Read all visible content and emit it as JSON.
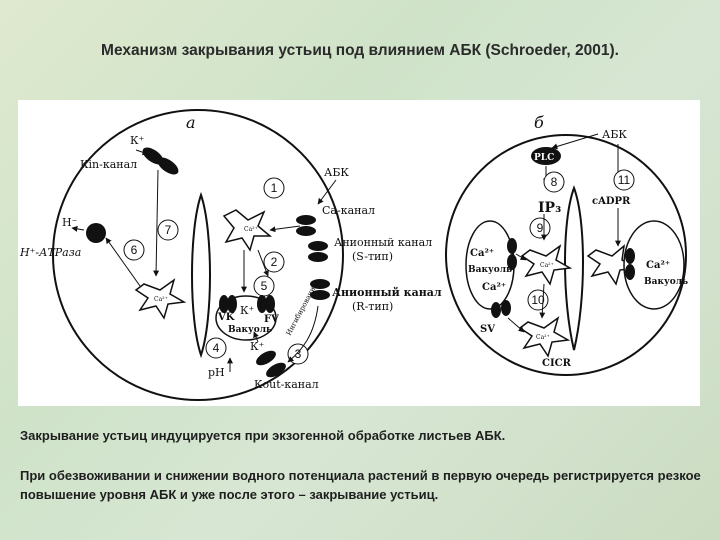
{
  "title": "Механизм закрывания устьиц под влиянием АБК (Schroeder, 2001).",
  "figure": {
    "panel_a": {
      "panel_label": "а",
      "k_plus": "К⁺",
      "k_in_channel": "Кin-канал",
      "h_minus": "Н⁻",
      "h_atpase": "Н⁺-АТРаза",
      "abk": "АБК",
      "ca_channel": "Са-канал",
      "anion_s": "Анионный канал",
      "anion_s_type": "(S-тип)",
      "anion_r": "Анионный канал",
      "anion_r_type": "(R-тип)",
      "vk": "VK",
      "fv": "FV",
      "vacuole_k": "К⁺",
      "vacuole": "Вакуоль",
      "ph": "pH",
      "k_out_plus": "К⁺",
      "k_out_channel": "Кout-канал",
      "side_text": "Ингибирование",
      "ca_small": "Са²⁺",
      "numbers": [
        "1",
        "2",
        "3",
        "4",
        "5",
        "6",
        "7"
      ]
    },
    "panel_b": {
      "panel_label": "б",
      "abk": "АБК",
      "plc": "PLC",
      "ip3": "IP₃",
      "cadpr": "cADPR",
      "ca_left": "Са²⁺",
      "vacuole_left": "Вакуоль",
      "ca_mid": "Са²⁺",
      "sv": "SV",
      "cicr": "CICR",
      "ca_right": "Са²⁺",
      "vacuole_right": "Вакуоль",
      "ca_small": "Са²⁺",
      "numbers": [
        "8",
        "9",
        "10",
        "11"
      ]
    }
  },
  "caption_1": "Закрывание устьиц индуцируется при экзогенной обработке листьев АБК.",
  "caption_2": "При обезвоживании и снижении водного потенциала растений в первую очередь регистрируется резкое повышение уровня АБК и уже после этого – закрывание устьиц."
}
